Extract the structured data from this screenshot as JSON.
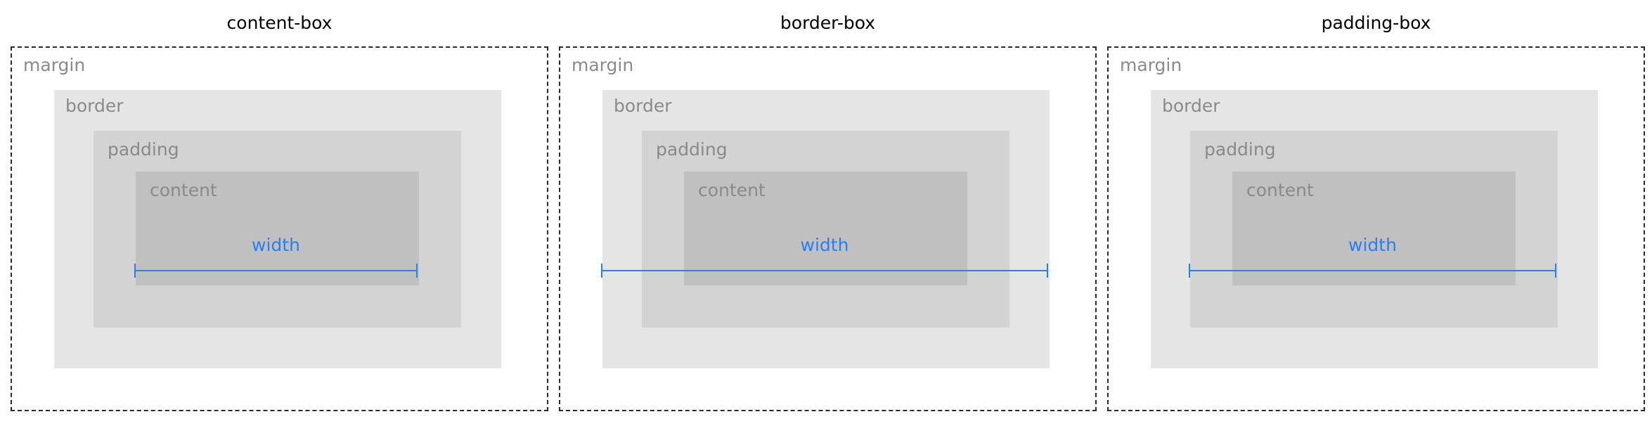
{
  "diagrams": [
    {
      "title": "content-box",
      "labels": {
        "margin": "margin",
        "border": "border",
        "padding": "padding",
        "content": "content"
      },
      "measure_label": "width",
      "measured_extent": "content"
    },
    {
      "title": "border-box",
      "labels": {
        "margin": "margin",
        "border": "border",
        "padding": "padding",
        "content": "content"
      },
      "measure_label": "width",
      "measured_extent": "border"
    },
    {
      "title": "padding-box",
      "labels": {
        "margin": "margin",
        "border": "border",
        "padding": "padding",
        "content": "content"
      },
      "measure_label": "width",
      "measured_extent": "padding"
    }
  ],
  "colors": {
    "measure": "#2a7ff0",
    "border_area": "#e5e5e5",
    "padding_area": "#d3d3d3",
    "content_area": "#c0c0c0",
    "label_text": "#8a8a8a",
    "margin_outline": "#2b2b2b"
  }
}
